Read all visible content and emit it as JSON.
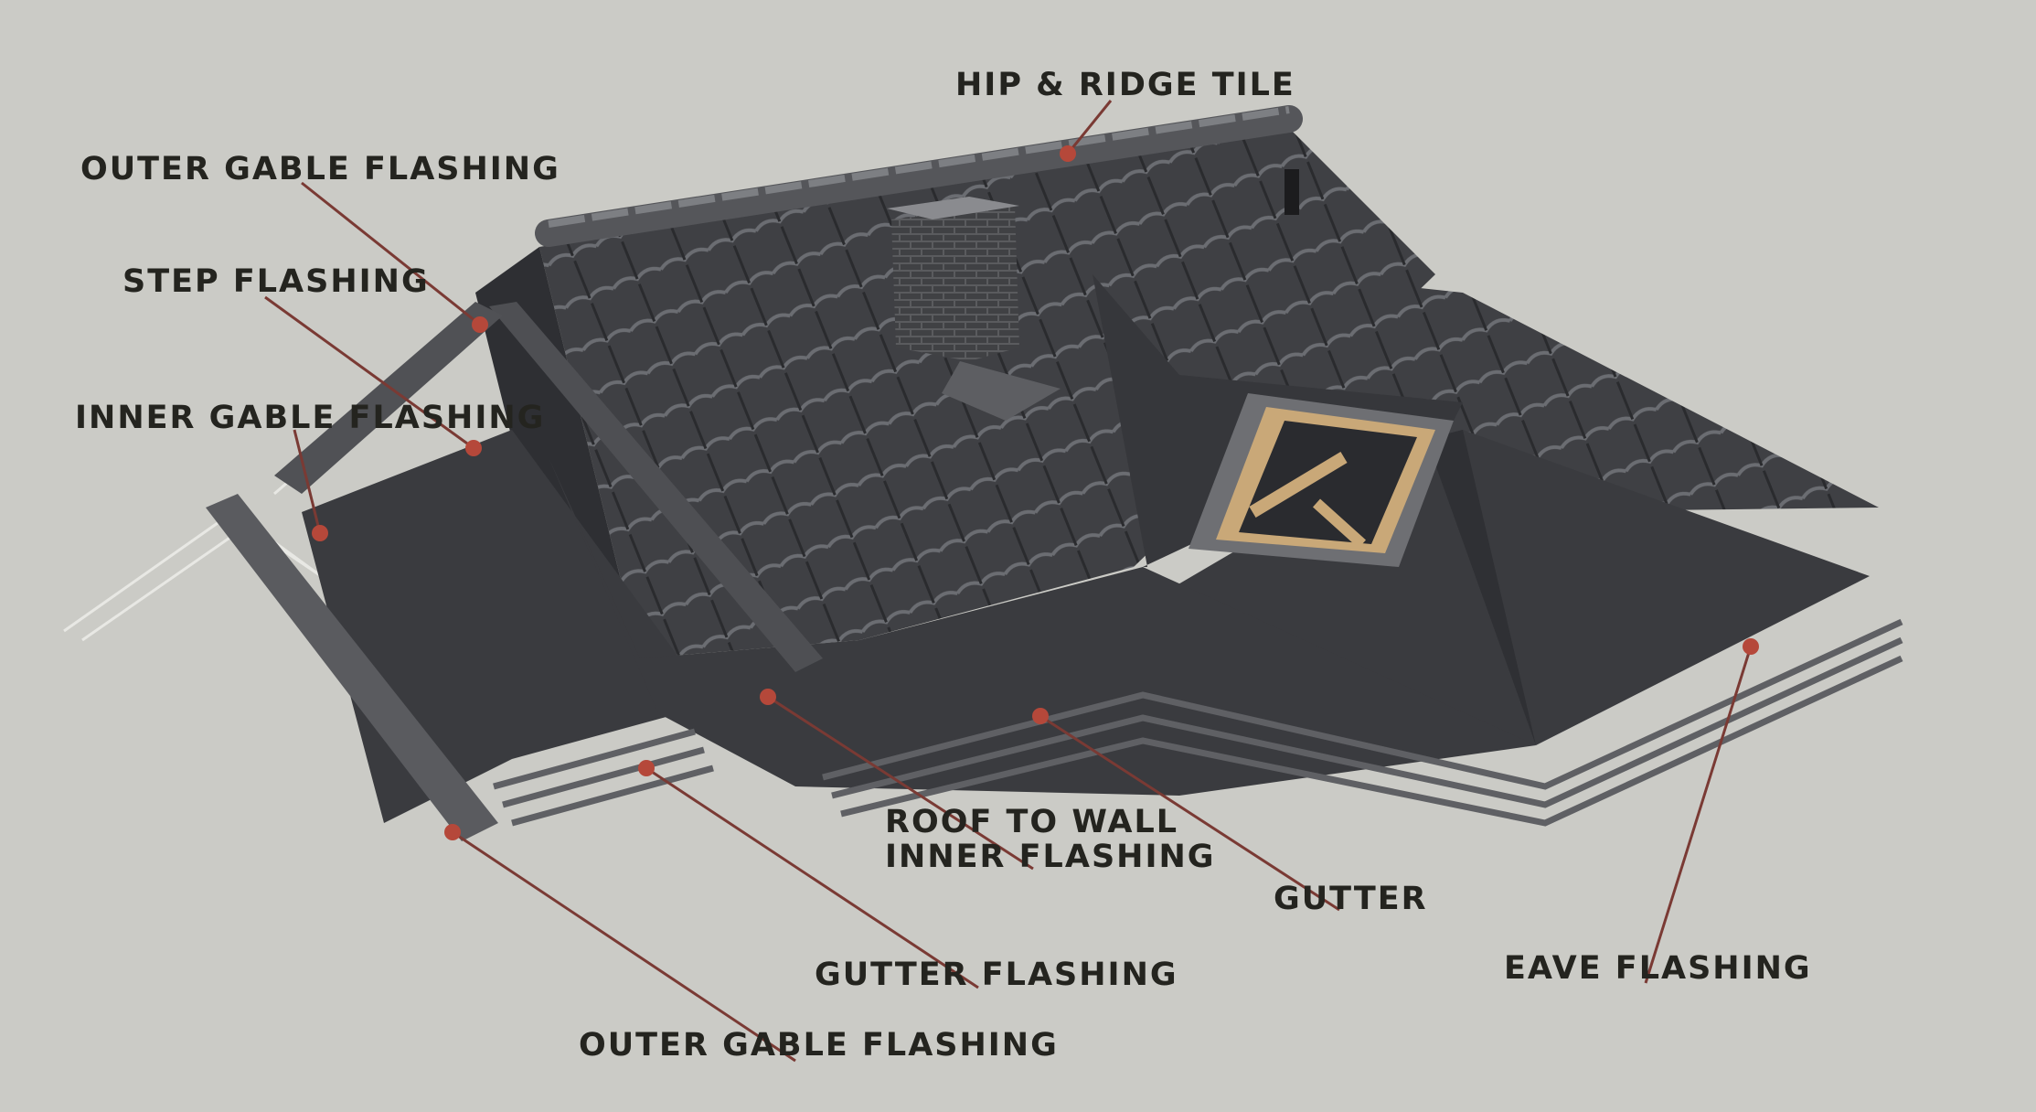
{
  "colors": {
    "background": "#cbcbc6",
    "roof": "#3d3e42",
    "label_text": "#24241f",
    "leader": "#7a3a34",
    "marker": "#b5483a"
  },
  "labels": {
    "hip_ridge_tile": "HIP & RIDGE TILE",
    "outer_gable_flashing_top": "OUTER GABLE FLASHING",
    "step_flashing": "STEP FLASHING",
    "inner_gable_flashing": "INNER GABLE FLASHING",
    "roof_to_wall_line1": "ROOF TO WALL",
    "roof_to_wall_line2": "INNER FLASHING",
    "gutter": "GUTTER",
    "gutter_flashing": "GUTTER FLASHING",
    "eave_flashing": "EAVE FLASHING",
    "outer_gable_flashing_bottom": "OUTER GABLE FLASHING"
  }
}
